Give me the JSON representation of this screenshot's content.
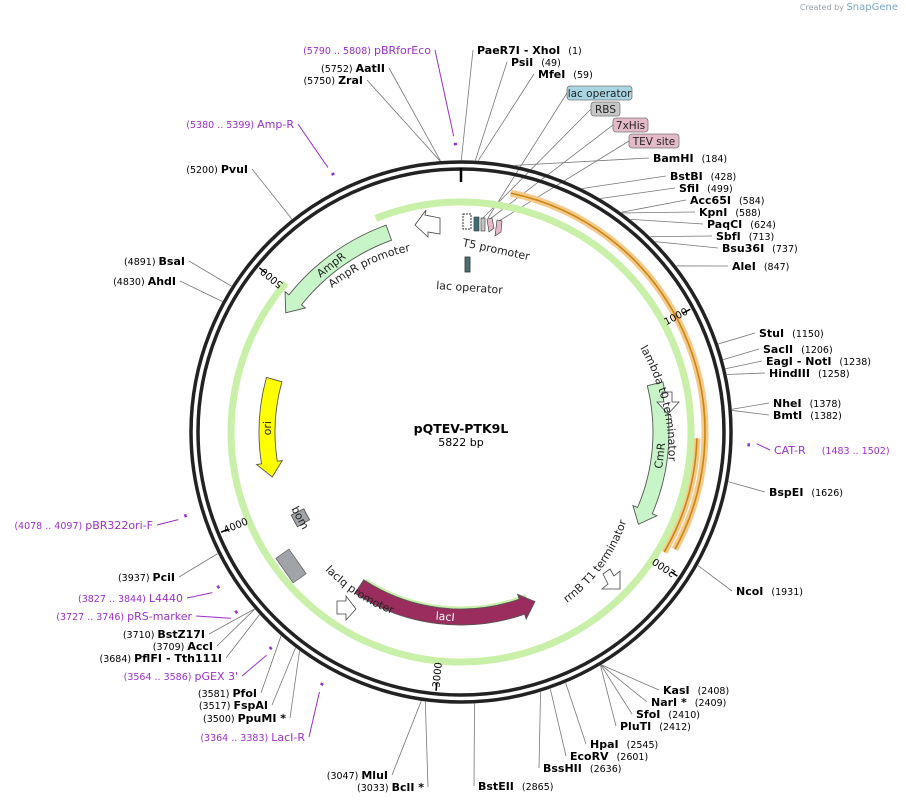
{
  "credit": {
    "prefix": "Created by",
    "brand": "SnapGene"
  },
  "plasmid": {
    "name": "pQTEV-PTK9L",
    "size_label": "5822 bp",
    "length": 5822
  },
  "ticks": [
    {
      "pos": 1000,
      "label": "1000"
    },
    {
      "pos": 2000,
      "label": "2000"
    },
    {
      "pos": 3000,
      "label": "3000"
    },
    {
      "pos": 4000,
      "label": "4000"
    },
    {
      "pos": 5000,
      "label": "5000"
    }
  ],
  "sites": [
    {
      "id": "paer7i",
      "name": "PaeR7I",
      "extra": "- XhoI",
      "pos_label": "(1)",
      "pos": 1
    },
    {
      "id": "psii",
      "name": "PsiI",
      "extra": "",
      "pos_label": "(49)",
      "pos": 49
    },
    {
      "id": "mfei",
      "name": "MfeI",
      "extra": "",
      "pos_label": "(59)",
      "pos": 59
    },
    {
      "id": "bamhi",
      "name": "BamHI",
      "extra": "",
      "pos_label": "(184)",
      "pos": 184
    },
    {
      "id": "bstbi",
      "name": "BstBI",
      "extra": "",
      "pos_label": "(428)",
      "pos": 428
    },
    {
      "id": "sfii",
      "name": "SfiI",
      "extra": "",
      "pos_label": "(499)",
      "pos": 499
    },
    {
      "id": "acc65i",
      "name": "Acc65I",
      "extra": "",
      "pos_label": "(584)",
      "pos": 584
    },
    {
      "id": "kpni",
      "name": "KpnI",
      "extra": "",
      "pos_label": "(588)",
      "pos": 588
    },
    {
      "id": "paqci",
      "name": "PaqCI",
      "extra": "",
      "pos_label": "(624)",
      "pos": 624
    },
    {
      "id": "sbfi",
      "name": "SbfI",
      "extra": "",
      "pos_label": "(713)",
      "pos": 713
    },
    {
      "id": "bsu36i",
      "name": "Bsu36I",
      "extra": "",
      "pos_label": "(737)",
      "pos": 737
    },
    {
      "id": "alei",
      "name": "AleI",
      "extra": "",
      "pos_label": "(847)",
      "pos": 847
    },
    {
      "id": "stui",
      "name": "StuI",
      "extra": "",
      "pos_label": "(1150)",
      "pos": 1150
    },
    {
      "id": "sacii",
      "name": "SacII",
      "extra": "",
      "pos_label": "(1206)",
      "pos": 1206
    },
    {
      "id": "eagi",
      "name": "EagI",
      "extra": "- NotI",
      "pos_label": "(1238)",
      "pos": 1238
    },
    {
      "id": "hindiii",
      "name": "HindIII",
      "extra": "",
      "pos_label": "(1258)",
      "pos": 1258
    },
    {
      "id": "nhei",
      "name": "NheI",
      "extra": "",
      "pos_label": "(1378)",
      "pos": 1378
    },
    {
      "id": "bmti",
      "name": "BmtI",
      "extra": "",
      "pos_label": "(1382)",
      "pos": 1382
    },
    {
      "id": "bspei",
      "name": "BspEI",
      "extra": "",
      "pos_label": "(1626)",
      "pos": 1626
    },
    {
      "id": "ncoi",
      "name": "NcoI",
      "extra": "",
      "pos_label": "(1931)",
      "pos": 1931
    },
    {
      "id": "kasi",
      "name": "KasI",
      "extra": "",
      "pos_label": "(2408)",
      "pos": 2408
    },
    {
      "id": "nari",
      "name": "NarI *",
      "extra": "",
      "pos_label": "(2409)",
      "pos": 2409
    },
    {
      "id": "sfoi",
      "name": "SfoI",
      "extra": "",
      "pos_label": "(2410)",
      "pos": 2410
    },
    {
      "id": "pluti",
      "name": "PluTI",
      "extra": "",
      "pos_label": "(2412)",
      "pos": 2412
    },
    {
      "id": "hpai",
      "name": "HpaI",
      "extra": "",
      "pos_label": "(2545)",
      "pos": 2545
    },
    {
      "id": "ecorv",
      "name": "EcoRV",
      "extra": "",
      "pos_label": "(2601)",
      "pos": 2601
    },
    {
      "id": "bsshii",
      "name": "BssHII",
      "extra": "",
      "pos_label": "(2636)",
      "pos": 2636
    },
    {
      "id": "bsteii",
      "name": "BstEII",
      "extra": "",
      "pos_label": "(2865)",
      "pos": 2865
    },
    {
      "id": "mlui",
      "name": "MluI",
      "extra": "",
      "pos_label": "(3047)",
      "pos": 3047
    },
    {
      "id": "bcli",
      "name": "BclI *",
      "extra": "",
      "pos_label": "(3033)",
      "pos": 3033
    },
    {
      "id": "ppumi",
      "name": "PpuMI *",
      "extra": "",
      "pos_label": "(3500)",
      "pos": 3500
    },
    {
      "id": "fspai",
      "name": "FspAI",
      "extra": "",
      "pos_label": "(3517)",
      "pos": 3517
    },
    {
      "id": "pfoi",
      "name": "PfoI",
      "extra": "",
      "pos_label": "(3581)",
      "pos": 3581
    },
    {
      "id": "pflfi",
      "name": "PflFI",
      "extra": "- Tth111I",
      "pos_label": "(3684)",
      "pos": 3684
    },
    {
      "id": "acci",
      "name": "AccI",
      "extra": "",
      "pos_label": "(3709)",
      "pos": 3709
    },
    {
      "id": "bstz17i",
      "name": "BstZ17I",
      "extra": "",
      "pos_label": "(3710)",
      "pos": 3710
    },
    {
      "id": "pcii",
      "name": "PciI",
      "extra": "",
      "pos_label": "(3937)",
      "pos": 3937
    },
    {
      "id": "ahdi",
      "name": "AhdI",
      "extra": "",
      "pos_label": "(4830)",
      "pos": 4830
    },
    {
      "id": "bsai",
      "name": "BsaI",
      "extra": "",
      "pos_label": "(4891)",
      "pos": 4891
    },
    {
      "id": "pvui",
      "name": "PvuI",
      "extra": "",
      "pos_label": "(5200)",
      "pos": 5200
    },
    {
      "id": "zrai",
      "name": "ZraI",
      "extra": "",
      "pos_label": "(5750)",
      "pos": 5750
    },
    {
      "id": "aatii",
      "name": "AatII",
      "extra": "",
      "pos_label": "(5752)",
      "pos": 5752
    }
  ],
  "primers": [
    {
      "id": "pbrforeco",
      "name": "pBRforEco",
      "range": "(5790 .. 5808)",
      "pos": 5799
    },
    {
      "id": "amp-r",
      "name": "Amp-R",
      "range": "(5380 .. 5399)",
      "pos": 5390
    },
    {
      "id": "cat-r",
      "name": "CAT-R",
      "range": "(1483 .. 1502)",
      "pos": 1492
    },
    {
      "id": "pbr322ori-f",
      "name": "pBR322ori-F",
      "range": "(4078 .. 4097)",
      "pos": 4088
    },
    {
      "id": "l4440",
      "name": "L4440",
      "range": "(3827 .. 3844)",
      "pos": 3835
    },
    {
      "id": "prs-marker",
      "name": "pRS-marker",
      "range": "(3727 .. 3746)",
      "pos": 3736
    },
    {
      "id": "pgex-3",
      "name": "pGEX 3'",
      "range": "(3564 .. 3586)",
      "pos": 3575
    },
    {
      "id": "laci-r",
      "name": "LacI-R",
      "range": "(3364 .. 3383)",
      "pos": 3373
    }
  ],
  "features": [
    {
      "id": "lacI",
      "name": "lacI",
      "start": 2530,
      "end": 3450,
      "dir": "ccw",
      "color": "#9b2d5e",
      "text_color": "#ffffff"
    },
    {
      "id": "CmR",
      "name": "CmR",
      "start": 1230,
      "end": 1900,
      "dir": "cw",
      "color": "#c8f5c8",
      "text_color": "#222222"
    },
    {
      "id": "AmpR",
      "name": "AmpR",
      "start": 4920,
      "end": 5500,
      "dir": "ccw",
      "color": "#c8f5c8",
      "text_color": "#222222"
    },
    {
      "id": "ori",
      "name": "ori",
      "start": 4150,
      "end": 4620,
      "dir": "ccw",
      "color": "#ffff00",
      "text_color": "#222222"
    },
    {
      "id": "bom",
      "name": "bom",
      "start": 3880,
      "end": 3945,
      "color": "#a0a3a8",
      "text_color": "#222222"
    }
  ],
  "labels": {
    "t5_promoter": "T5 promoter",
    "lac_operator": "lac operator",
    "lambda_t0": "lambda t0 terminator",
    "rrnb_t1": "rrnB T1 terminator",
    "laciq_promoter": "lacIq promoter",
    "ampr_promoter": "AmpR promoter"
  },
  "boxed_features": [
    {
      "id": "lac-operator-box",
      "name": "lac operator",
      "fill": "#a9d4e2"
    },
    {
      "id": "rbs-box",
      "name": "RBS",
      "fill": "#c6c6c6"
    },
    {
      "id": "7xhis-box",
      "name": "7xHis",
      "fill": "#e4b9c8"
    },
    {
      "id": "tev-site-box",
      "name": "TEV site",
      "fill": "#e4b9c8"
    }
  ]
}
